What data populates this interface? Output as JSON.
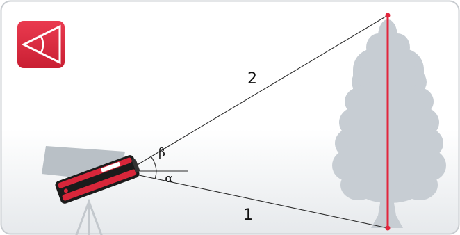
{
  "labels": {
    "line_upper": "2",
    "line_lower": "1",
    "angle_upper": "β",
    "angle_lower": "α"
  },
  "icon": {
    "name": "indirect-height-function-icon"
  },
  "colors": {
    "accent_red": "#e2263d",
    "icon_red": "#d8263a",
    "tree_grey": "#c7cdd3",
    "tripod_grey": "#c3c8cd",
    "background_gradient_top": "#ffffff",
    "background_gradient_bottom": "#e7eaed"
  }
}
